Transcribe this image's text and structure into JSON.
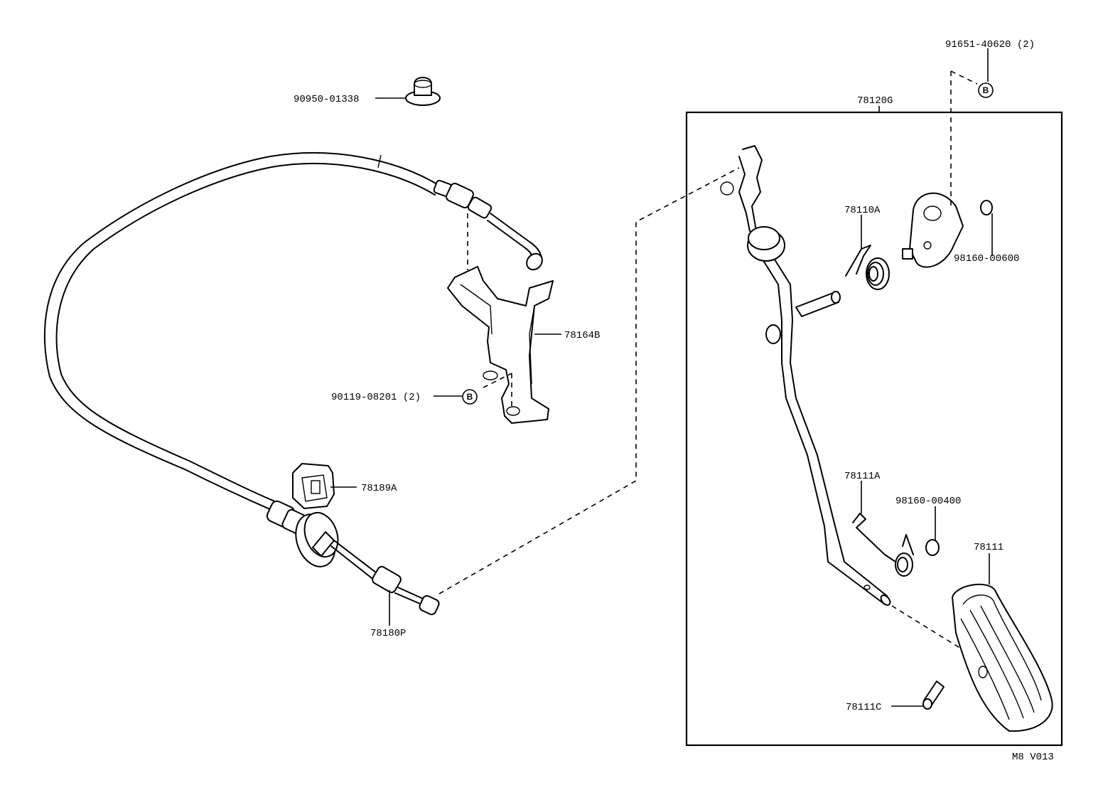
{
  "parts": {
    "grommet": "90950-01338",
    "pedal_assembly": "78120G",
    "bolt_top": "91651-40620 (2)",
    "bracket": "78164B",
    "bolt_bracket": "90119-08201 (2)",
    "spring_a": "78110A",
    "clip_top": "98160-00600",
    "clamp": "78189A",
    "spring_b": "78111A",
    "clip_mid": "98160-00400",
    "pad": "78111",
    "cable": "78180P",
    "pin": "78111C"
  },
  "markers": {
    "b": "B"
  },
  "footer": {
    "code": "M8 V013"
  }
}
